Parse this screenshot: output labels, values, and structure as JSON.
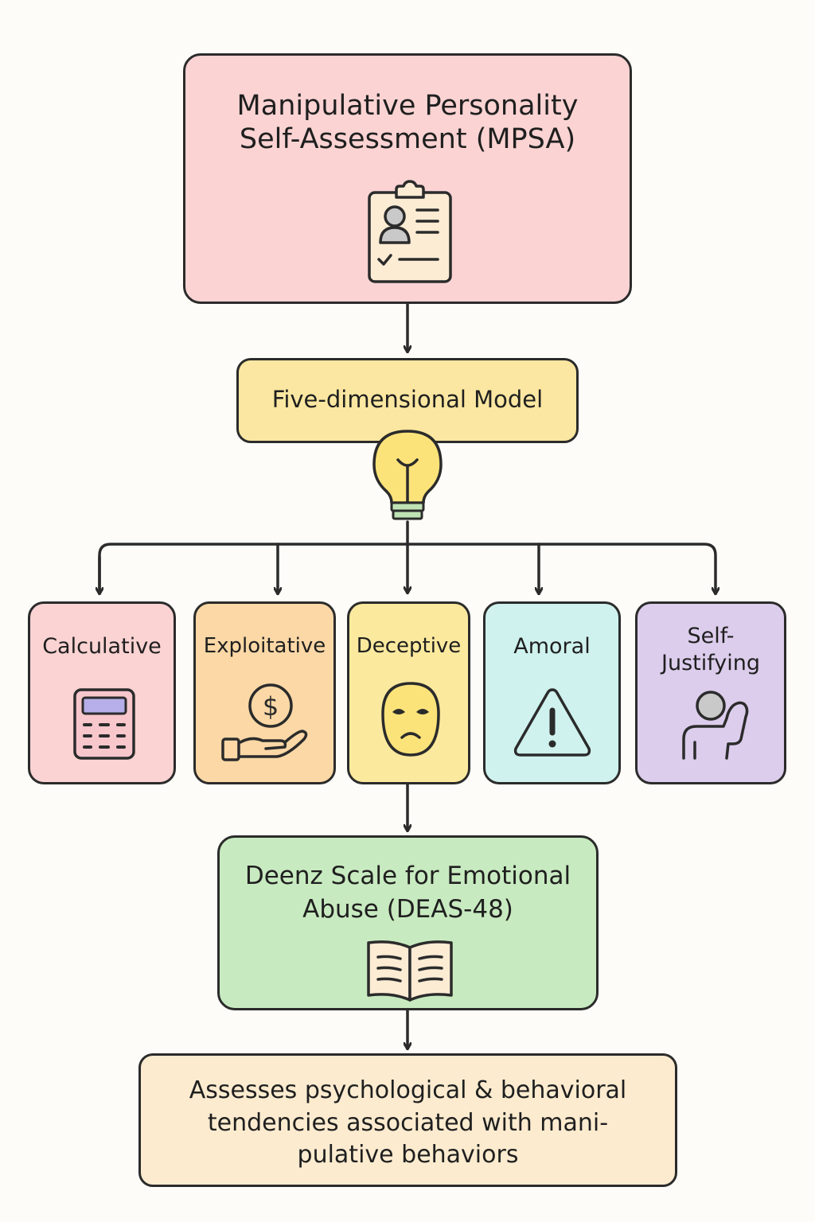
{
  "top": {
    "title_line1": "Manipulative Personality",
    "title_line2": "Self-Assessment (MPSA)",
    "icon": "clipboard-profile-icon",
    "fill": "#fbd3d3"
  },
  "model": {
    "label": "Five-dimensional Model",
    "icon": "lightbulb-icon",
    "fill": "#fbe7a1"
  },
  "dimensions": [
    {
      "label": "Calculative",
      "icon": "calculator-icon",
      "fill": "#fbd3d3"
    },
    {
      "label": "Exploitative",
      "icon": "hand-coin-icon",
      "fill": "#fbd8a6"
    },
    {
      "label": "Deceptive",
      "icon": "mask-icon",
      "fill": "#fbe99e"
    },
    {
      "label": "Amoral",
      "icon": "warning-icon",
      "fill": "#cff2ee"
    },
    {
      "label_line1": "Self-",
      "label_line2": "Justifying",
      "icon": "person-raising-hand-icon",
      "fill": "#dccdec"
    }
  ],
  "deas": {
    "title_line1": "Deenz Scale for Emotional",
    "title_line2": "Abuse (DEAS-48)",
    "icon": "open-book-icon",
    "fill": "#c8eac0"
  },
  "outcome": {
    "line1": "Assesses psychological & behavioral",
    "line2": "tendencies associated with mani-",
    "line3": "pulative behaviors",
    "fill": "#fcebcf"
  },
  "colors": {
    "outline": "#2b2b2b",
    "background": "#fdfcf8"
  }
}
